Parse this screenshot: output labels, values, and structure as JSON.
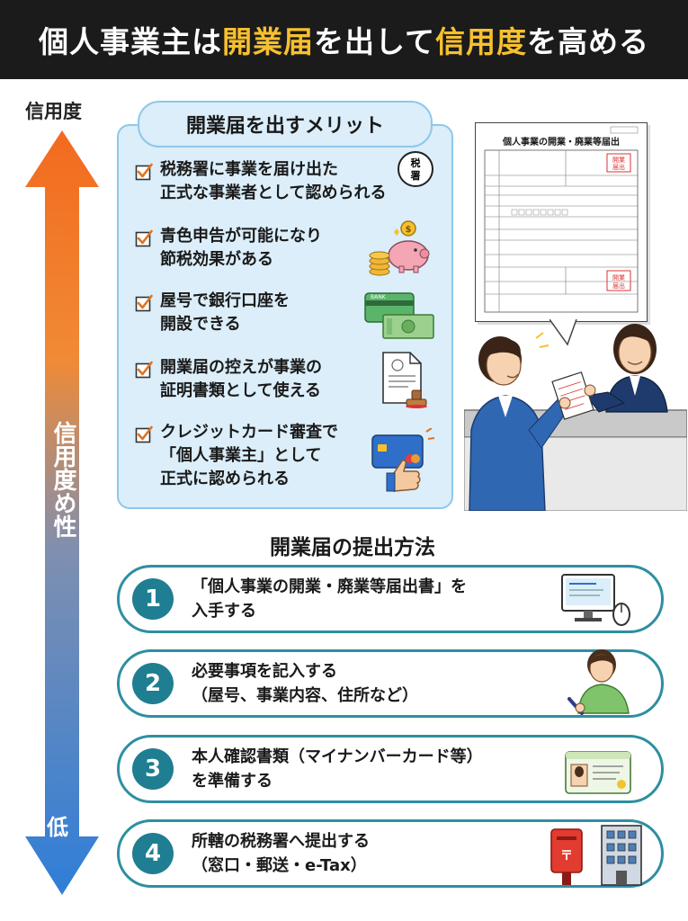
{
  "header": {
    "title_part1": "個人事業主は",
    "title_highlight1": "開業届",
    "title_part2": "を出して",
    "title_highlight2": "信用度",
    "title_part3": "を高める"
  },
  "axis": {
    "top_label": "信用度",
    "middle_label": "信用度め性",
    "bottom_label": "低"
  },
  "merits": {
    "title": "開業届を出すメリット",
    "items": [
      {
        "line1": "税務署に事業を届け出た",
        "line2": "正式な事業者として認められる",
        "icon": "tax-office-seal-icon"
      },
      {
        "line1": "青色申告が可能になり",
        "line2": "節税効果がある",
        "icon": "piggy-bank-coins-icon"
      },
      {
        "line1": "屋号で銀行口座を",
        "line2": "開設できる",
        "icon": "bank-card-cash-icon"
      },
      {
        "line1": "開業届の控えが事業の",
        "line2": "証明書類として使える",
        "icon": "document-stamp-icon"
      },
      {
        "line1": "クレジットカード審査で",
        "line2": "「個人事業主」として",
        "line3": "正式に認められる",
        "icon": "credit-card-thumbsup-icon"
      }
    ],
    "seal_char": "税\n署"
  },
  "form_illustration": {
    "title": "個人事業の開業・廃業等届出",
    "stamp_text": "開業"
  },
  "method": {
    "title": "開業届の提出方法",
    "steps": [
      {
        "number": "1",
        "line1": "「個人事業の開業・廃業等届出書」を",
        "line2": "入手する",
        "icon": "computer-mouse-icon"
      },
      {
        "number": "2",
        "line1": "必要事項を記入する",
        "line2": "（屋号、事業内容、住所など）",
        "icon": "person-writing-icon"
      },
      {
        "number": "3",
        "line1": "本人確認書類（マイナンバーカード等）",
        "line2": "を準備する",
        "icon": "id-card-icon"
      },
      {
        "number": "4",
        "line1": "所轄の税務署へ提出する",
        "line2": "（窓口・郵送・e-Tax）",
        "icon": "mailbox-building-icon"
      }
    ]
  },
  "colors": {
    "header_bg": "#1b1b1b",
    "highlight": "#f7c02f",
    "arrow_top": "#f26a1f",
    "arrow_bottom": "#2f7ed8",
    "merit_bg": "#dbeef9",
    "step_border": "#2e8fa1",
    "step_number_bg": "#1f7e92",
    "check": "#e0731f"
  }
}
